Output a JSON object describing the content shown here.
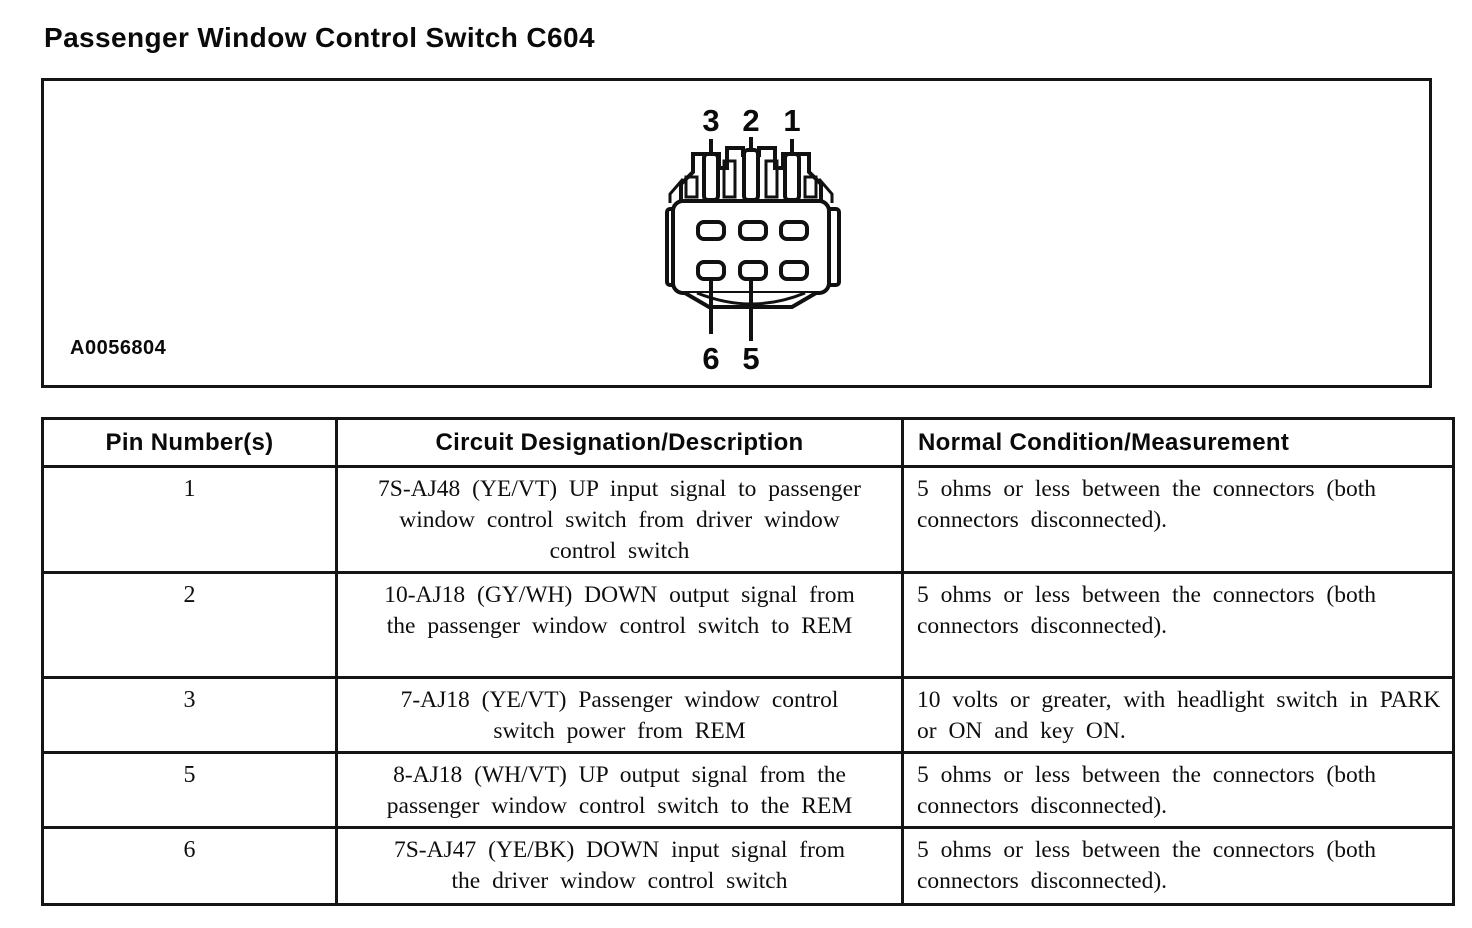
{
  "page": {
    "title": "Passenger Window Control Switch C604"
  },
  "figure": {
    "id_label": "A0056804",
    "connector": {
      "top_pin_labels": [
        "3",
        "2",
        "1"
      ],
      "bottom_pin_labels": [
        "6",
        "5"
      ]
    }
  },
  "table": {
    "headers": [
      "Pin Number(s)",
      "Circuit Designation/Description",
      "Normal Condition/Measurement"
    ],
    "rows": [
      {
        "pin": "1",
        "circuit": "7S-AJ48 (YE/VT) UP input signal to passenger window control switch from driver window control switch",
        "condition": "5 ohms or less between the connectors (both connectors disconnected)."
      },
      {
        "pin": "2",
        "circuit": "10-AJ18 (GY/WH) DOWN output signal from the passenger window control switch to REM",
        "condition": "5 ohms or less between the connectors (both connectors disconnected)."
      },
      {
        "pin": "3",
        "circuit": "7-AJ18 (YE/VT) Passenger window control switch power from REM",
        "condition": "10 volts or greater, with headlight switch in PARK or ON and key ON."
      },
      {
        "pin": "5",
        "circuit": "8-AJ18 (WH/VT) UP output signal from the passenger window control switch to the REM",
        "condition": "5 ohms or less between the connectors (both connectors disconnected)."
      },
      {
        "pin": "6",
        "circuit": "7S-AJ47 (YE/BK) DOWN input signal from the driver window control switch",
        "condition": "5 ohms or less between the connectors (both connectors disconnected)."
      }
    ]
  },
  "colors": {
    "ink": "#111111",
    "paper": "#ffffff"
  }
}
